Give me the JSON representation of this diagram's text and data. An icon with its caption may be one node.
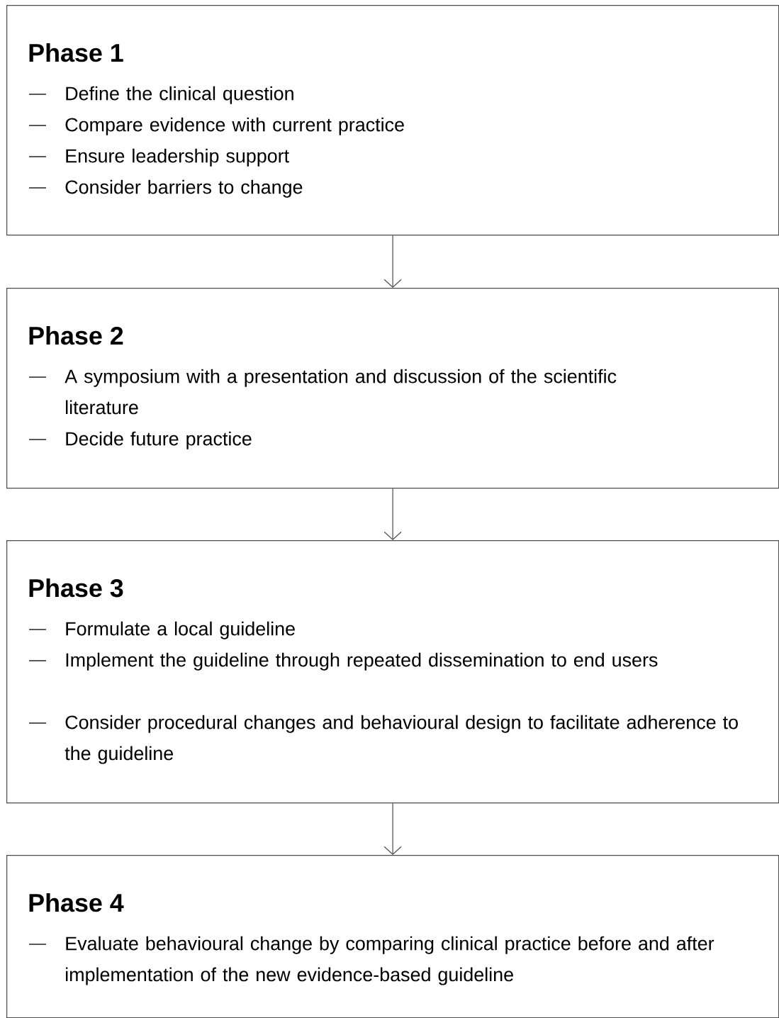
{
  "diagram": {
    "nodes": [
      {
        "text": [
          "Phase 1",
          "Define the clinical question",
          "Compare evidence with current practice",
          "Ensure leadership support",
          "Consider barriers to change"
        ]
      },
      {
        "text": [
          "Phase 2",
          "A symposium with a presentation and discussion of the scientific literature",
          "Decide future practice"
        ]
      },
      {
        "text": [
          "Phase 3",
          "Formulate a local guideline",
          "Implement the guideline through repeated dissemination to end users",
          "Consider procedural changes and behavioural design to facilitate adherence to the guideline"
        ]
      },
      {
        "text": [
          "Phase 4",
          "Evaluate behavioural change by comparing clinical practice before and after implementation of the new evidence-based guideline"
        ]
      }
    ],
    "edges": [
      {
        "from": 0,
        "to": 1,
        "arrow": "to"
      },
      {
        "from": 1,
        "to": 2,
        "arrow": "to"
      },
      {
        "from": 2,
        "to": 3,
        "arrow": "to"
      }
    ]
  }
}
